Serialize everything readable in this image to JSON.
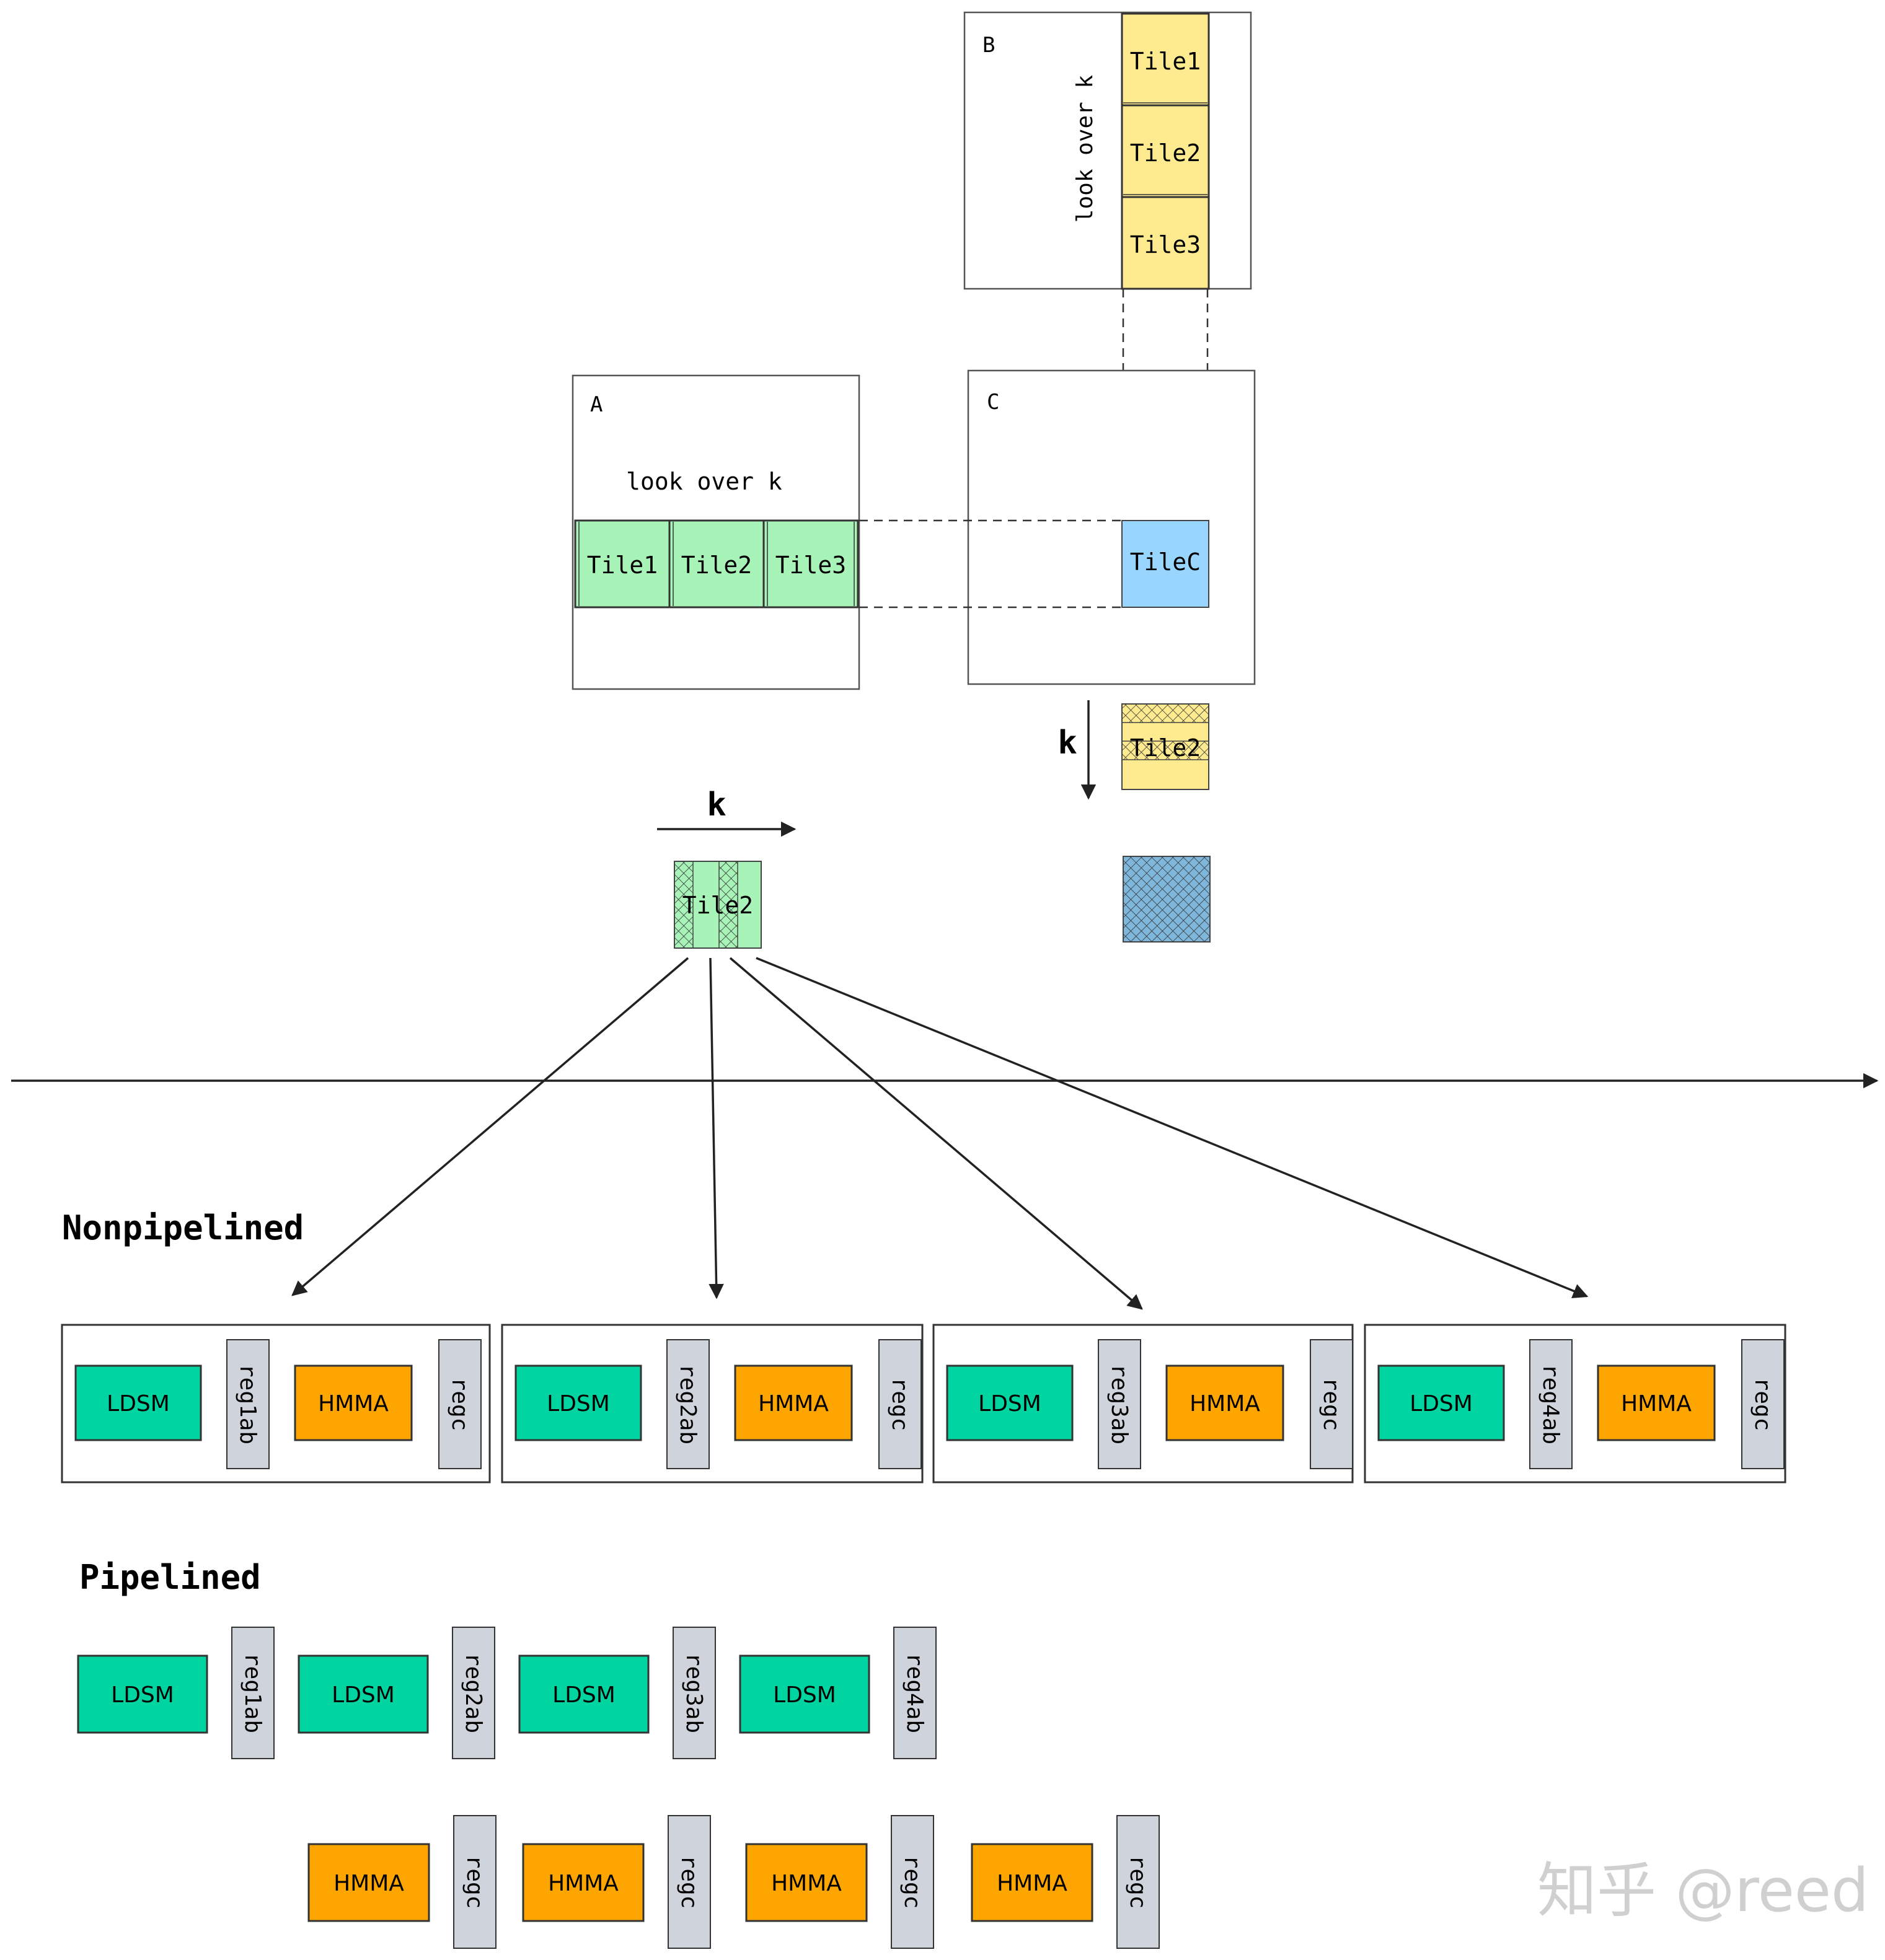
{
  "matrix_b": {
    "label": "B",
    "note": "look over k",
    "tiles": [
      "Tile1",
      "Tile2",
      "Tile3"
    ]
  },
  "matrix_a": {
    "label": "A",
    "note": "look over k",
    "tiles": [
      "Tile1",
      "Tile2",
      "Tile3"
    ]
  },
  "matrix_c": {
    "label": "C",
    "tile": "TileC"
  },
  "k_vertical": "k",
  "k_horizontal": "k",
  "b_slice_tile": "Tile2",
  "a_slice_tile": "Tile2",
  "nonpipelined": {
    "title": "Nonpipelined",
    "groups": [
      {
        "ldsm": "LDSM",
        "reg_ab": "reg1ab",
        "hmma": "HMMA",
        "reg_c": "regc"
      },
      {
        "ldsm": "LDSM",
        "reg_ab": "reg2ab",
        "hmma": "HMMA",
        "reg_c": "regc"
      },
      {
        "ldsm": "LDSM",
        "reg_ab": "reg3ab",
        "hmma": "HMMA",
        "reg_c": "regc"
      },
      {
        "ldsm": "LDSM",
        "reg_ab": "reg4ab",
        "hmma": "HMMA",
        "reg_c": "regc"
      }
    ]
  },
  "pipelined": {
    "title": "Pipelined",
    "loads": [
      {
        "ldsm": "LDSM",
        "reg": "reg1ab"
      },
      {
        "ldsm": "LDSM",
        "reg": "reg2ab"
      },
      {
        "ldsm": "LDSM",
        "reg": "reg3ab"
      },
      {
        "ldsm": "LDSM",
        "reg": "reg4ab"
      }
    ],
    "computes": [
      {
        "hmma": "HMMA",
        "reg": "regc"
      },
      {
        "hmma": "HMMA",
        "reg": "regc"
      },
      {
        "hmma": "HMMA",
        "reg": "regc"
      },
      {
        "hmma": "HMMA",
        "reg": "regc"
      }
    ]
  },
  "watermark": "知乎 @reed",
  "colors": {
    "ldsm": "#00d4a0",
    "hmma": "#ffa500",
    "reg": "#cfd4dc",
    "tile_a": "#a8f3b8",
    "tile_b": "#ffeb8f",
    "tile_c": "#99d6ff"
  }
}
